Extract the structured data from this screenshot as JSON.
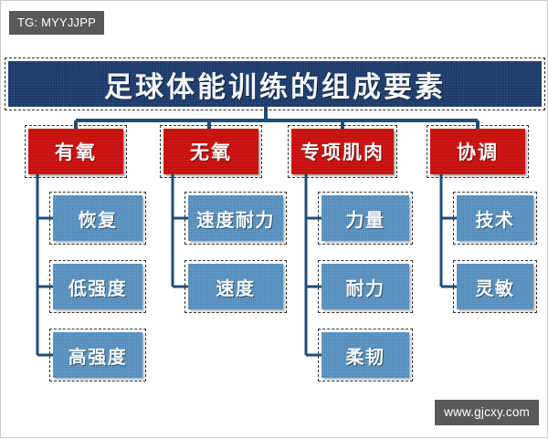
{
  "overlays": {
    "tg_badge": "TG: MYYJJPP",
    "site_badge": "www.gjcxy.com"
  },
  "title": {
    "text": "足球体能训练的组成要素"
  },
  "colors": {
    "title_banner": "#1b3a6b",
    "category_red": "#c8100e",
    "item_blue": "#4a86b8",
    "connector": "#1f4e79",
    "badge_gray": "#595959",
    "page_background": "#ffffff"
  },
  "branches": [
    {
      "category": "有氧",
      "items": [
        "恢复",
        "低强度",
        "高强度"
      ]
    },
    {
      "category": "无氧",
      "items": [
        "速度耐力",
        "速度"
      ]
    },
    {
      "category": "专项肌肉",
      "items": [
        "力量",
        "耐力",
        "柔韧"
      ]
    },
    {
      "category": "协调",
      "items": [
        "技术",
        "灵敏"
      ]
    }
  ]
}
